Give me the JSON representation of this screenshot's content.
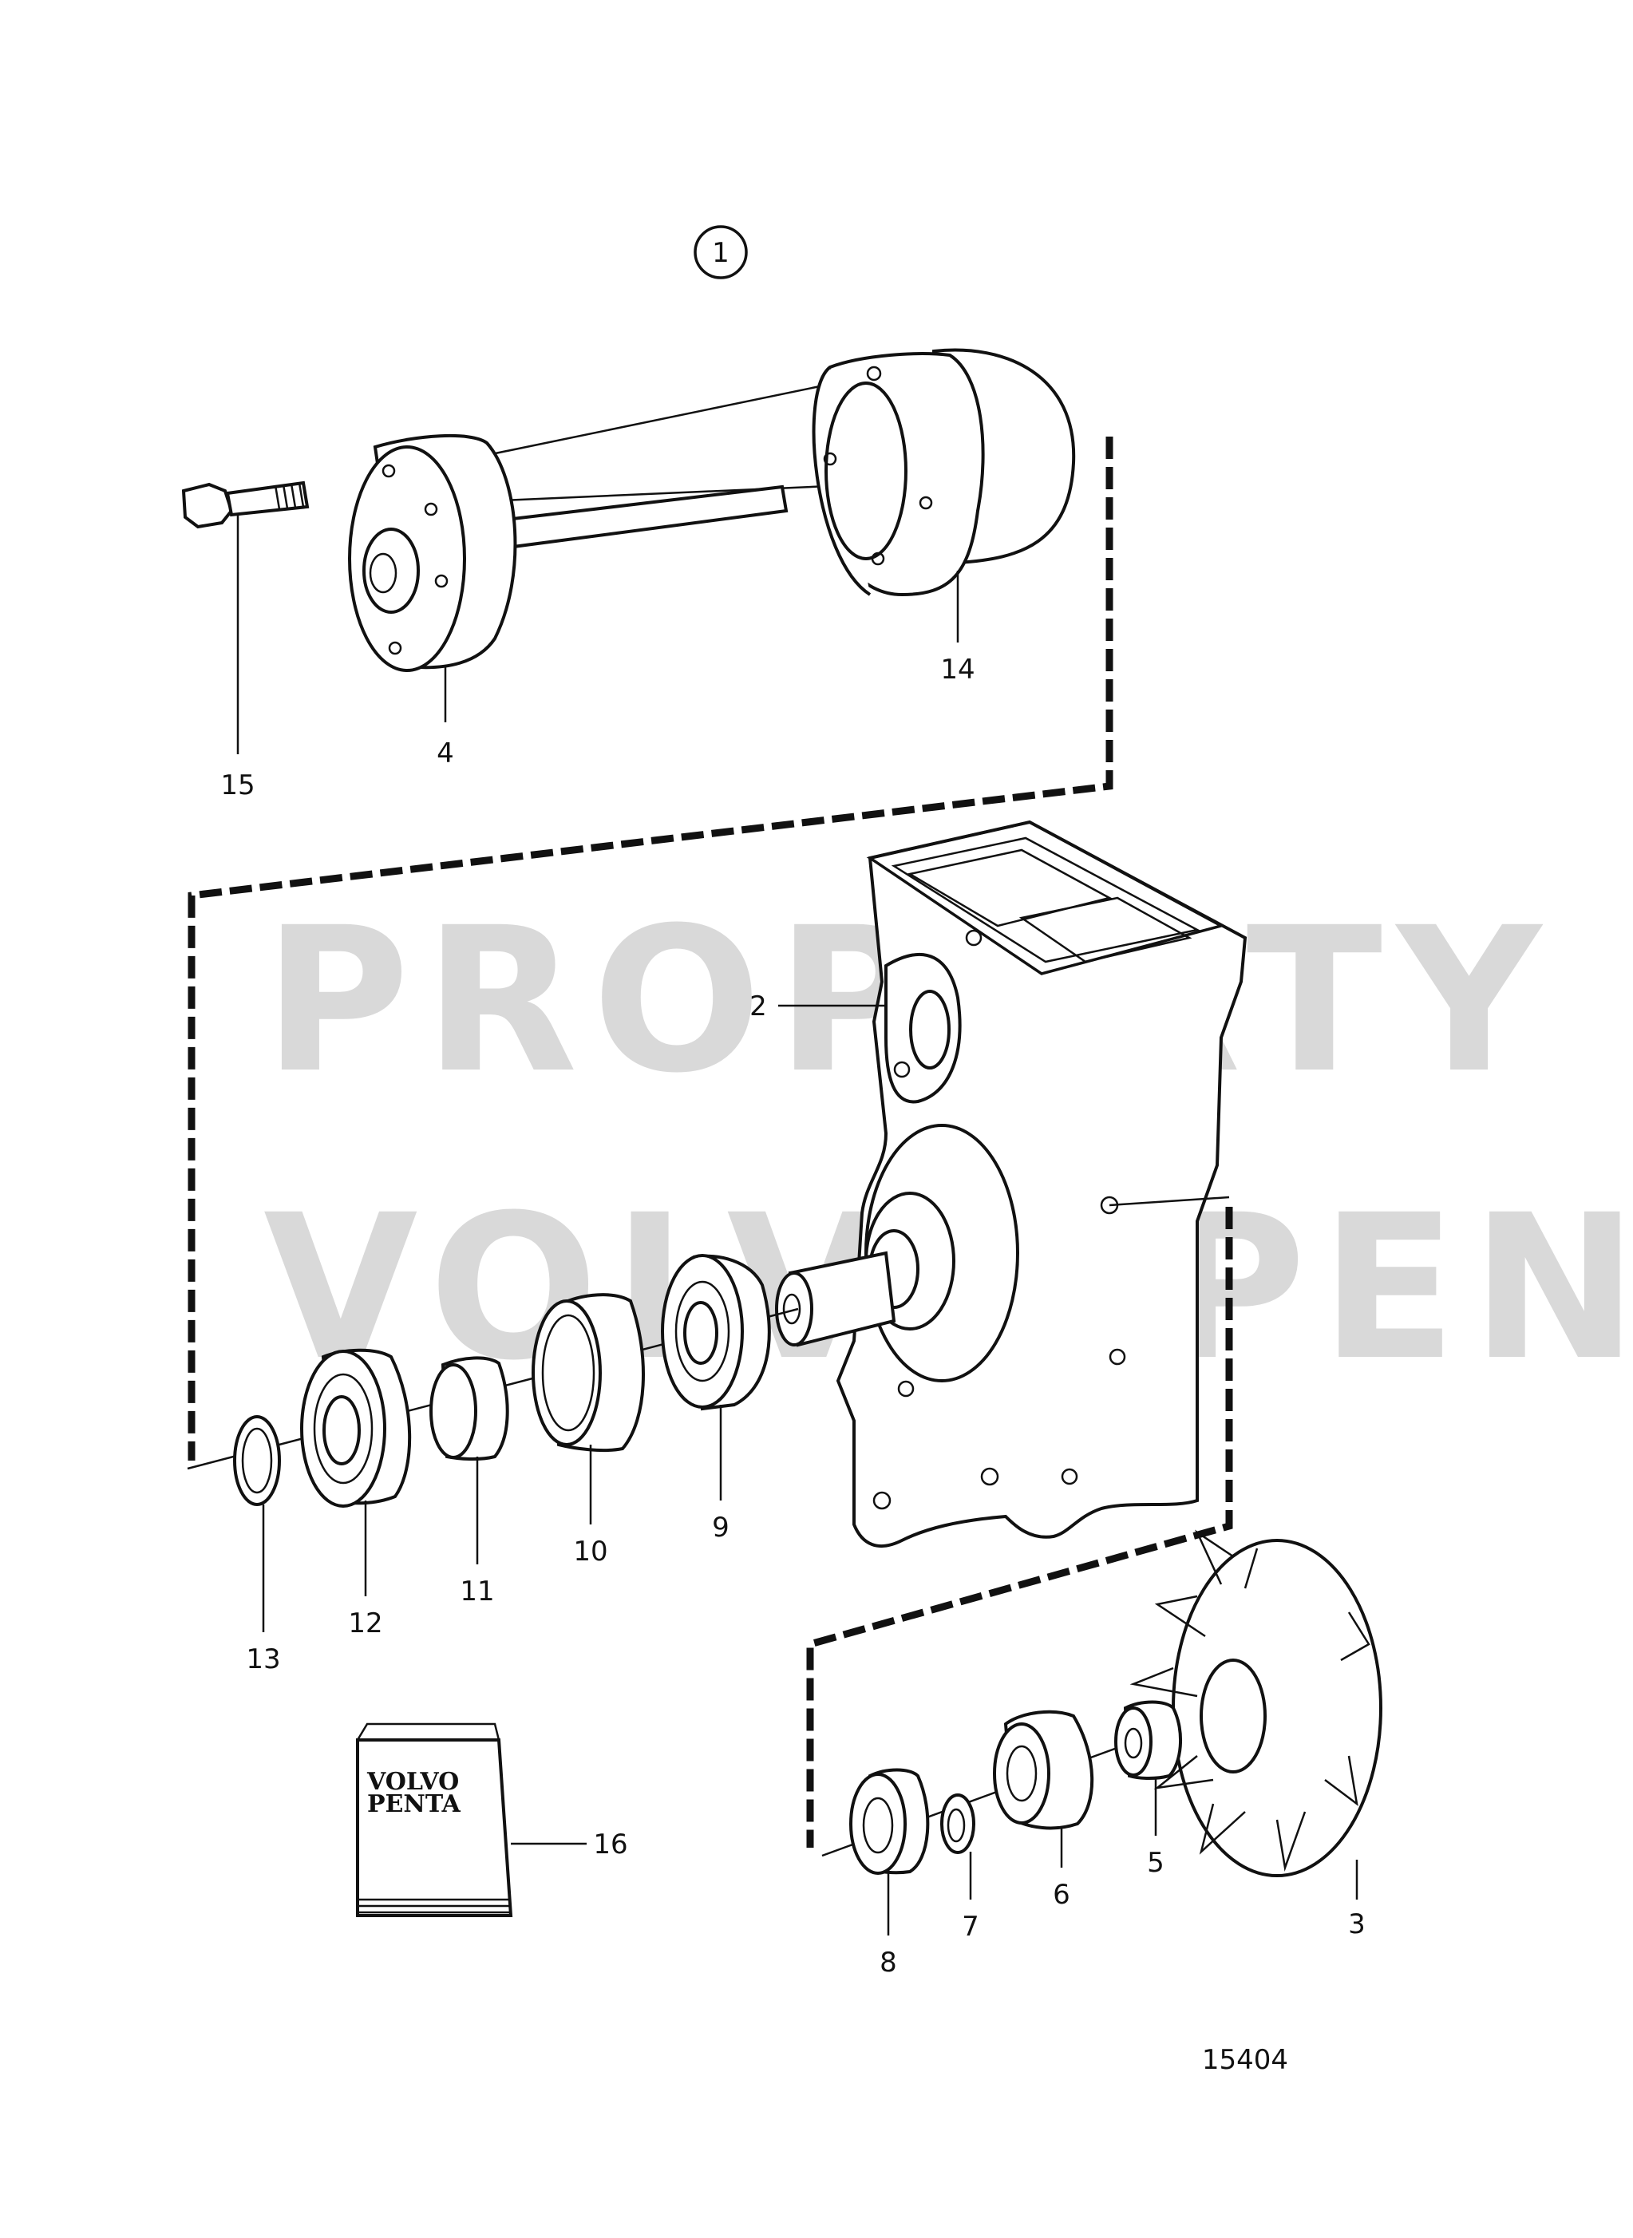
{
  "diagram": {
    "group_number": "1",
    "drawing_number": "15404",
    "watermark": {
      "line1": "PROPERTY OF",
      "line2": "VOLVO PENTA"
    },
    "booklet_logo": {
      "line1": "VOLVO",
      "line2": "PENTA"
    },
    "part_labels": {
      "p2": "2",
      "p3": "3",
      "p4": "4",
      "p5": "5",
      "p6": "6",
      "p7": "7",
      "p8": "8",
      "p9": "9",
      "p10": "10",
      "p11": "11",
      "p12": "12",
      "p13": "13",
      "p14": "14",
      "p15": "15",
      "p16": "16"
    }
  }
}
